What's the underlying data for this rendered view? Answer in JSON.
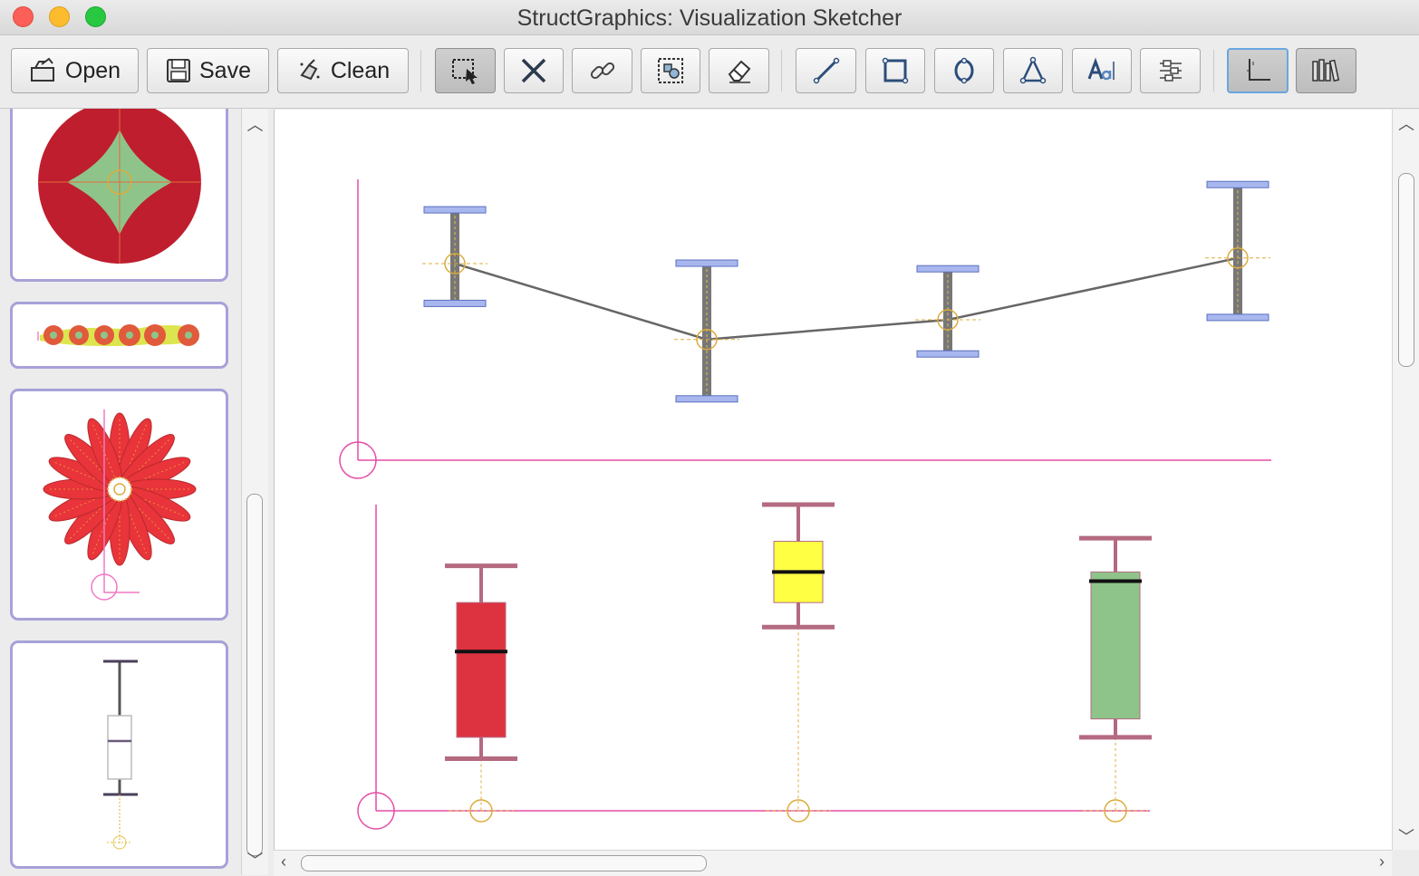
{
  "window": {
    "title": "StructGraphics: Visualization Sketcher"
  },
  "toolbar": {
    "open_label": "Open",
    "save_label": "Save",
    "clean_label": "Clean",
    "tools": [
      "select",
      "delete",
      "link",
      "group",
      "eraser",
      "line",
      "rectangle",
      "ellipse",
      "polygon",
      "text",
      "properties"
    ],
    "views": [
      "axis-view",
      "library-view"
    ],
    "active_tool": "select",
    "active_view": "axis-view"
  },
  "library": {
    "items": [
      "red-circle-flower",
      "chain-of-dots",
      "red-daisy",
      "box-whisker-glyph"
    ],
    "accent_color": "#a7a1d9"
  },
  "canvas": {
    "top_chart": {
      "type": "line",
      "points": [
        {
          "y": 0.7,
          "low": 0.56,
          "high": 0.89
        },
        {
          "y": 0.43,
          "low": 0.22,
          "high": 0.7
        },
        {
          "y": 0.5,
          "low": 0.38,
          "high": 0.68
        },
        {
          "y": 0.72,
          "low": 0.51,
          "high": 0.98
        }
      ],
      "bar_color": "#a8b8ef",
      "stem_color": "#777777",
      "line_color": "#666666"
    },
    "bottom_chart": {
      "type": "boxplot",
      "boxes": [
        {
          "color": "#dd3340",
          "q1": 0.24,
          "median": 0.52,
          "q3": 0.68,
          "min": 0.17,
          "max": 0.8
        },
        {
          "color": "#ffff44",
          "q1": 0.68,
          "median": 0.78,
          "q3": 0.88,
          "min": 0.6,
          "max": 1.0
        },
        {
          "color": "#8ec48a",
          "q1": 0.3,
          "median": 0.75,
          "q3": 0.78,
          "min": 0.24,
          "max": 0.89
        }
      ],
      "whisker_color": "#b46a80"
    },
    "axis_color": "#e64da5",
    "guide_color": "#dcac3c"
  }
}
